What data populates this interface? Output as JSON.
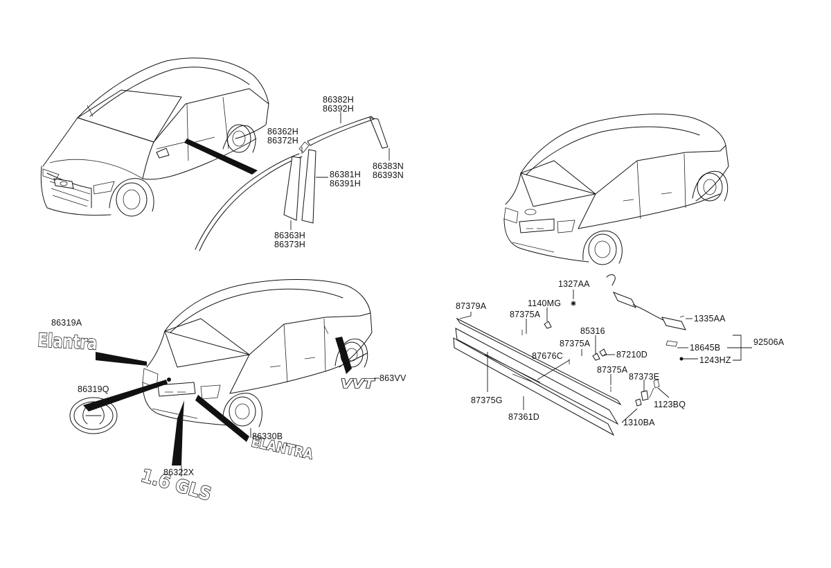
{
  "parts": {
    "p86382H": "86382H",
    "p86392H": "86392H",
    "p86362H": "86362H",
    "p86372H": "86372H",
    "p86381H": "86381H",
    "p86391H": "86391H",
    "p86383N": "86383N",
    "p86393N": "86393N",
    "p86363H": "86363H",
    "p86373H": "86373H",
    "p86319A": "86319A",
    "p86319Q": "86319Q",
    "p863VV": "863VV",
    "p86330B": "86330B",
    "p86322X": "86322X",
    "p1327AA": "1327AA",
    "p87379A": "87379A",
    "p1140MG": "1140MG",
    "p87375A_1": "87375A",
    "p85316": "85316",
    "p87375A_2": "87375A",
    "p87210D": "87210D",
    "p87676C": "87676C",
    "p87375A_3": "87375A",
    "p87373E": "87373E",
    "p87375G": "87375G",
    "p87361D": "87361D",
    "p1123BQ": "1123BQ",
    "p1310BA": "1310BA",
    "p1335AA": "1335AA",
    "p18645B": "18645B",
    "p92506A": "92506A",
    "p1243HZ": "1243HZ"
  },
  "emblems": {
    "vvt": "VVT",
    "elantra": "ELANTRA",
    "gls": "1.6 GLS",
    "script": "Elantra"
  }
}
